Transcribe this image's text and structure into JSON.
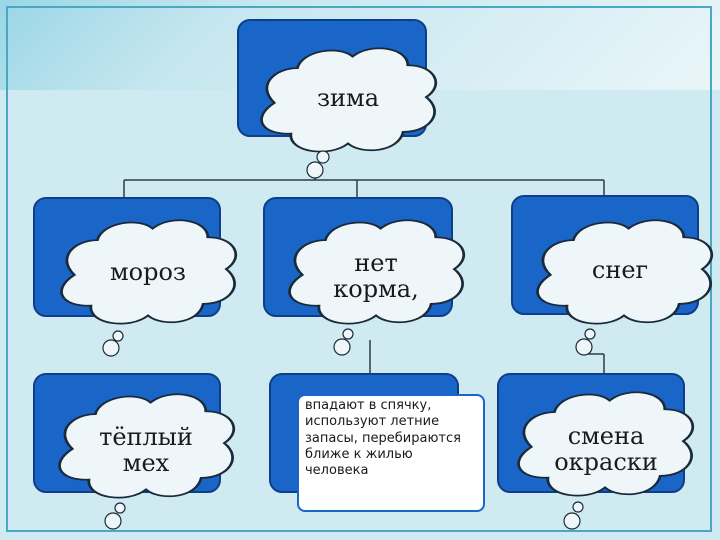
{
  "colors": {
    "box_blue": "#1a66c8",
    "box_dark": "#0e3f86",
    "cloud_fill": "#eef6fa",
    "cloud_stroke": "#1b2a3a",
    "connector": "#2d3a4a",
    "background": "#cfeaf1"
  },
  "nodes": {
    "root": "зима",
    "moroz": "мороз",
    "net_korma": "нет корма,",
    "sneg": "снег",
    "teply_meh": "тёплый мех",
    "smena_okraski": "смена окраски",
    "vpadayut": "впадают в спячку, используют летние запасы, перебираются ближе к жилью человека"
  }
}
